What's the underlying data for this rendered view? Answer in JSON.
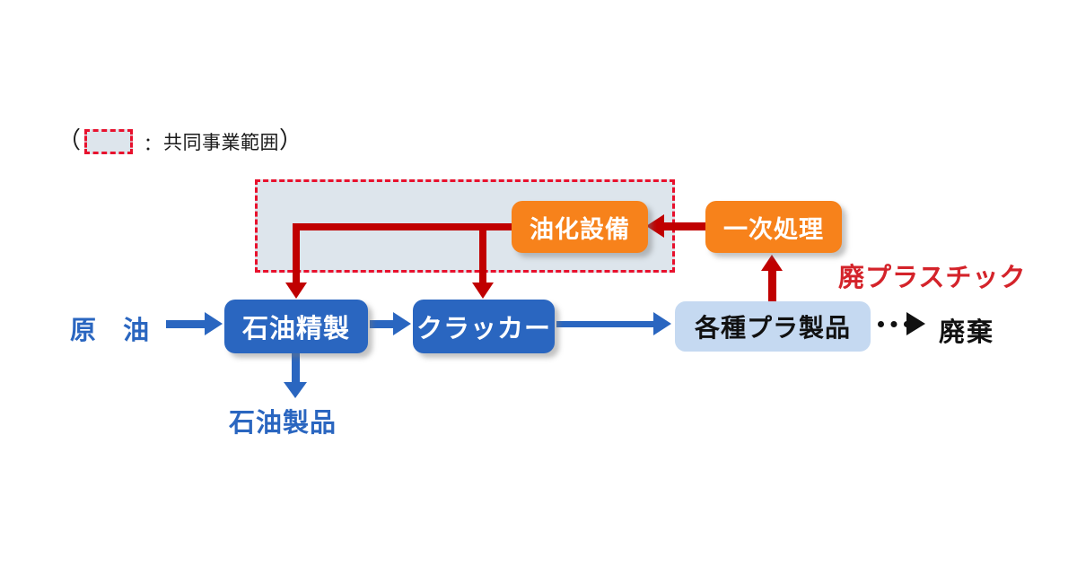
{
  "diagram": {
    "title_semantic": "plastic-recycling-joint-venture-process-flow",
    "legend": {
      "open_paren": "（",
      "swatch_icon": "dashed-red-rectangle-icon",
      "colon": "：",
      "text": "共同事業範囲",
      "close_paren": "）"
    },
    "nodes": [
      {
        "id": "refining",
        "label": "石油精製",
        "style": "blue"
      },
      {
        "id": "cracker",
        "label": "クラッカー",
        "style": "blue"
      },
      {
        "id": "oilfac",
        "label": "油化設備",
        "style": "orange"
      },
      {
        "id": "primary",
        "label": "一次処理",
        "style": "orange"
      },
      {
        "id": "products",
        "label": "各種プラ製品",
        "style": "lightblue"
      }
    ],
    "labels": {
      "crude_oil": "原 油",
      "petroleum_products": "石油製品",
      "waste_plastic": "廃プラスチック",
      "disposal": "廃棄"
    },
    "connectors": [
      {
        "from": "crude_oil",
        "to": "refining",
        "style": "solid-blue-arrow"
      },
      {
        "from": "refining",
        "to": "cracker",
        "style": "solid-blue-arrow"
      },
      {
        "from": "cracker",
        "to": "products",
        "style": "solid-blue-arrow"
      },
      {
        "from": "refining",
        "to": "petroleum_products",
        "style": "solid-blue-arrow-down"
      },
      {
        "from": "primary",
        "to": "oilfac",
        "style": "solid-red-arrow-left"
      },
      {
        "from": "oilfac",
        "to": "refining",
        "style": "solid-red-elbow-down"
      },
      {
        "from": "oilfac",
        "to": "cracker",
        "style": "solid-red-elbow-down"
      },
      {
        "from": "products",
        "to": "primary",
        "style": "solid-red-arrow-up"
      },
      {
        "from": "products",
        "to": "disposal",
        "style": "dotted-black-arrow"
      }
    ],
    "colors": {
      "blue": "#2a66c0",
      "orange": "#f7821b",
      "light_blue": "#c5d9f1",
      "red_line": "#c00000",
      "red_dash": "#e8112d",
      "region_fill": "#dde5ec",
      "black": "#111111",
      "white": "#ffffff"
    }
  }
}
